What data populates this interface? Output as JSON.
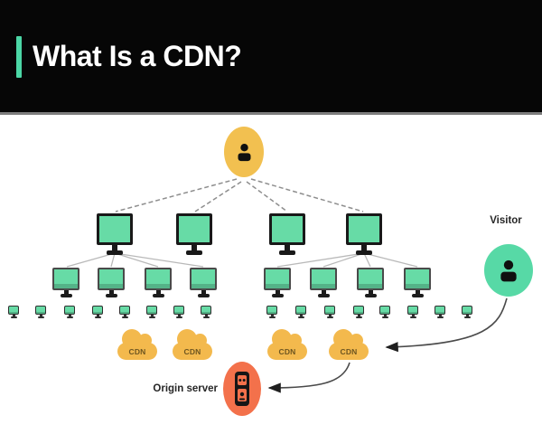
{
  "header": {
    "title": "What Is a CDN?"
  },
  "colors": {
    "header_bg": "#060606",
    "accent_teal": "#4bd6a5",
    "title_text": "#ffffff",
    "user_node": "#f2c050",
    "monitor_screen": "#67dba6",
    "cdn_cloud": "#f3b94d",
    "cdn_label_text": "#6d5520",
    "visitor_node": "#57d9a6",
    "origin_node": "#f3714b",
    "connector_gray": "#8e8e8e",
    "label_text": "#262626"
  },
  "diagram": {
    "user_node": {
      "icon": "person-icon"
    },
    "tier_counts": {
      "regional_servers": 4,
      "edge_servers": 8,
      "clients": 16
    },
    "cdn_labels": [
      "CDN",
      "CDN",
      "CDN",
      "CDN"
    ],
    "visitor": {
      "label": "Visitor",
      "icon": "person-icon"
    },
    "origin_server": {
      "label": "Origin server",
      "icon": "server-icon"
    }
  }
}
